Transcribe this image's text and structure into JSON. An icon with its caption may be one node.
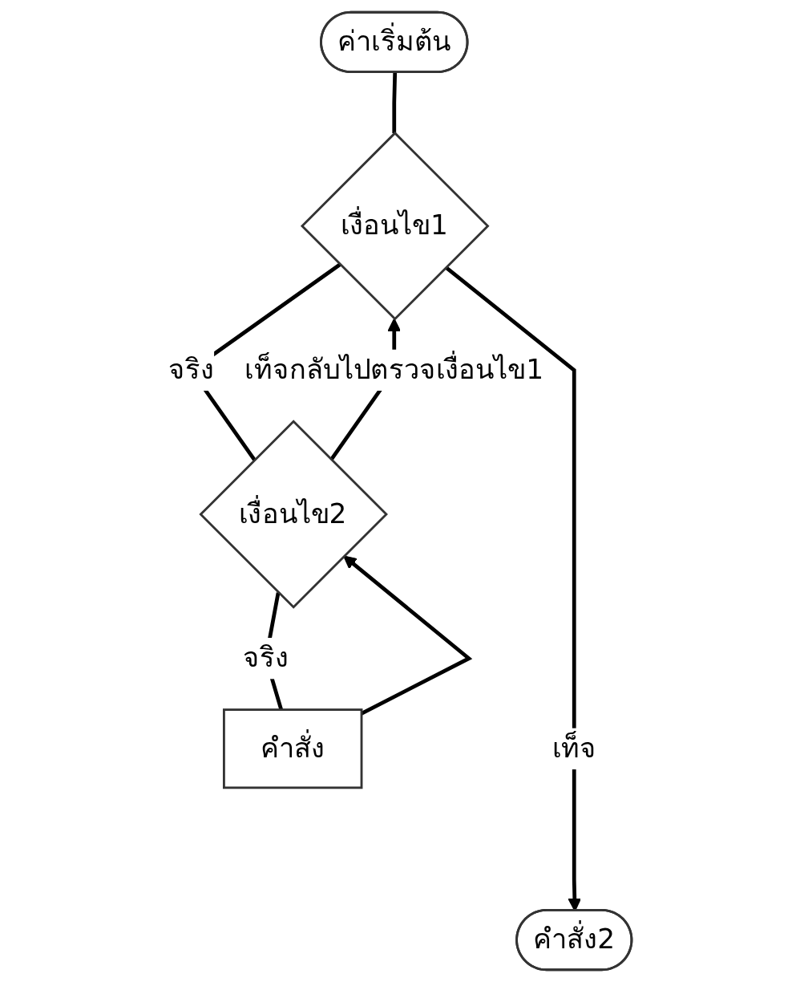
{
  "diagram": {
    "nodes": [
      {
        "text": [
          "ค่าเริ่มต้น"
        ]
      },
      {
        "text": [
          "เงื่อนไข1"
        ]
      },
      {
        "text": [
          "เงื่อนไข2"
        ]
      },
      {
        "text": [
          "คำสั่ง"
        ]
      },
      {
        "text": [
          "คำสั่ง2"
        ]
      }
    ],
    "edges": [
      {
        "from": 0,
        "to": 1,
        "arrow": "none"
      },
      {
        "from": 1,
        "to": 2,
        "arrow": "none",
        "label": "จริง"
      },
      {
        "from": 2,
        "to": 3,
        "arrow": "none",
        "label": "จริง"
      },
      {
        "from": 3,
        "to": 2,
        "arrow": "to"
      },
      {
        "from": 2,
        "to": 1,
        "arrow": "to",
        "label": "เท็จกลับไปตรวจเงื่อนไข1"
      },
      {
        "from": 1,
        "to": 4,
        "arrow": "to",
        "label": "เท็จ"
      }
    ]
  }
}
